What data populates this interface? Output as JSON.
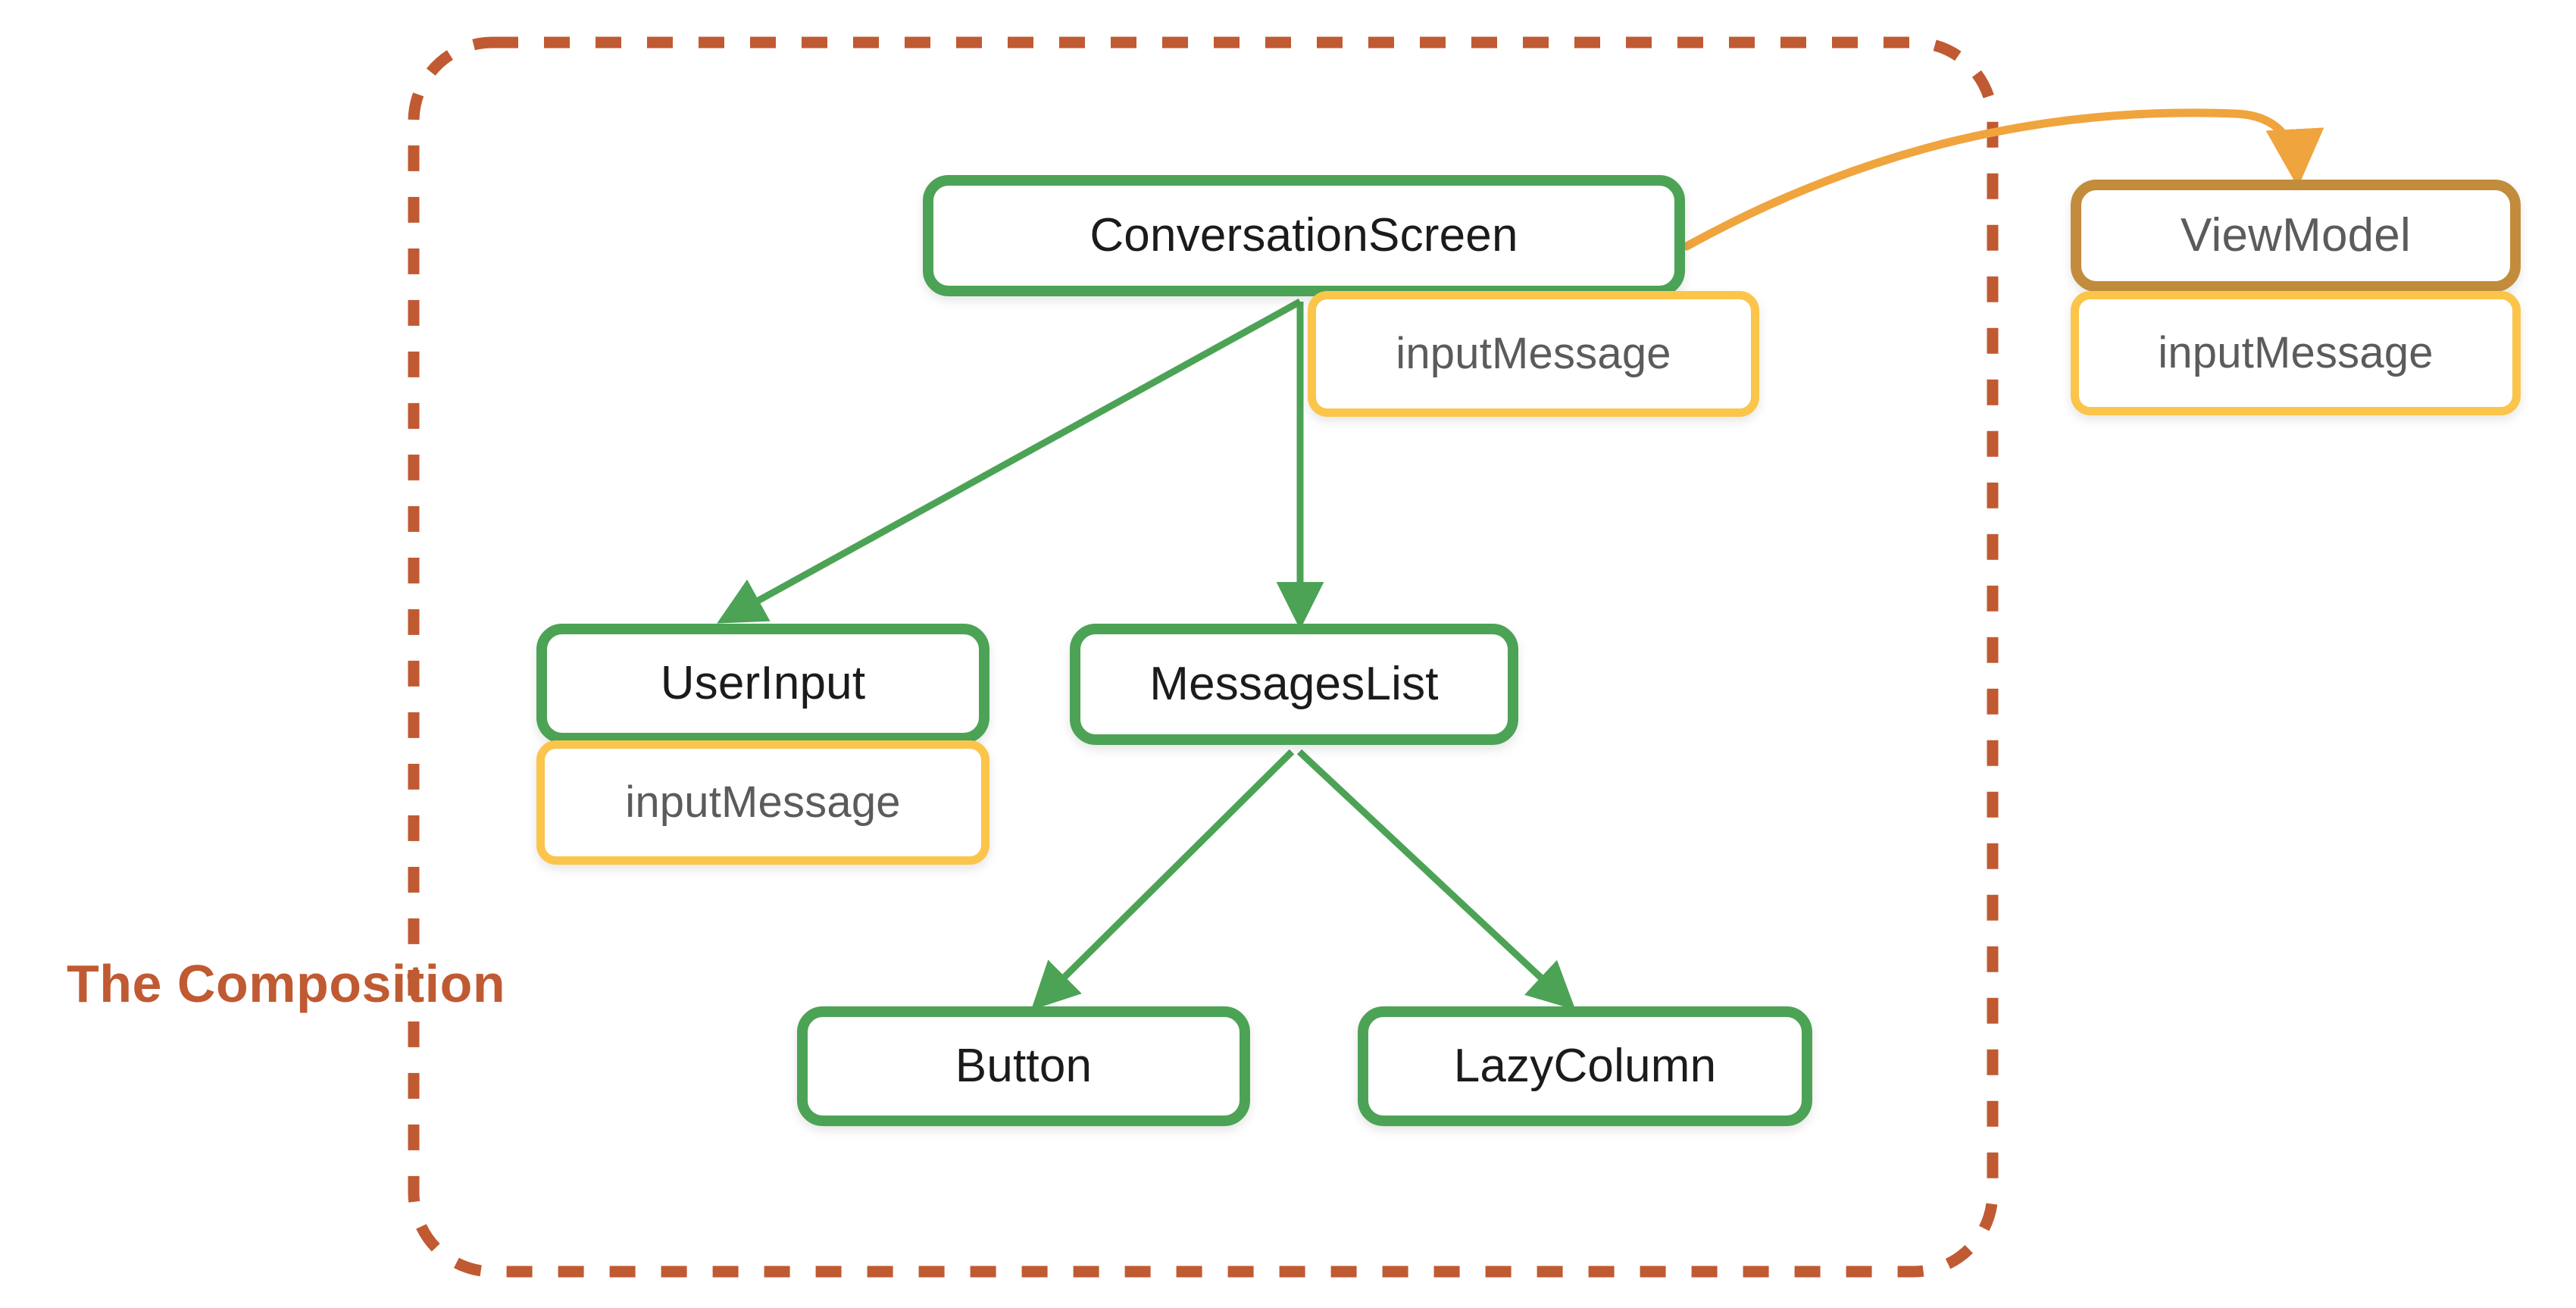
{
  "diagram": {
    "title": "The Composition",
    "boundary": {
      "label": "The Composition",
      "color": "#C05A32",
      "style": "dashed"
    },
    "colors": {
      "composable_border": "#4CA355",
      "state_border": "#FBC54B",
      "viewmodel_border": "#C28C3C",
      "arrow_green": "#4CA355",
      "arrow_orange": "#F0A43E",
      "boundary": "#C05A32",
      "node_text": "#1b1b1b",
      "state_text": "#5b5b5b",
      "background": "#ffffff"
    },
    "nodes": {
      "conversation_screen": {
        "label": "ConversationScreen",
        "kind": "composable"
      },
      "conversation_screen_state": {
        "label": "inputMessage",
        "kind": "state"
      },
      "view_model": {
        "label": "ViewModel",
        "kind": "viewmodel"
      },
      "view_model_state": {
        "label": "inputMessage",
        "kind": "state"
      },
      "user_input": {
        "label": "UserInput",
        "kind": "composable"
      },
      "user_input_state": {
        "label": "inputMessage",
        "kind": "state"
      },
      "messages_list": {
        "label": "MessagesList",
        "kind": "composable"
      },
      "button": {
        "label": "Button",
        "kind": "composable"
      },
      "lazy_column": {
        "label": "LazyColumn",
        "kind": "composable"
      }
    },
    "edges": [
      {
        "from": "conversation_screen",
        "to": "user_input",
        "color": "#4CA355",
        "style": "solid"
      },
      {
        "from": "conversation_screen",
        "to": "messages_list",
        "color": "#4CA355",
        "style": "solid"
      },
      {
        "from": "messages_list",
        "to": "button",
        "color": "#4CA355",
        "style": "solid"
      },
      {
        "from": "messages_list",
        "to": "lazy_column",
        "color": "#4CA355",
        "style": "solid"
      },
      {
        "from": "conversation_screen",
        "to": "view_model",
        "color": "#F0A43E",
        "style": "curved"
      }
    ]
  }
}
